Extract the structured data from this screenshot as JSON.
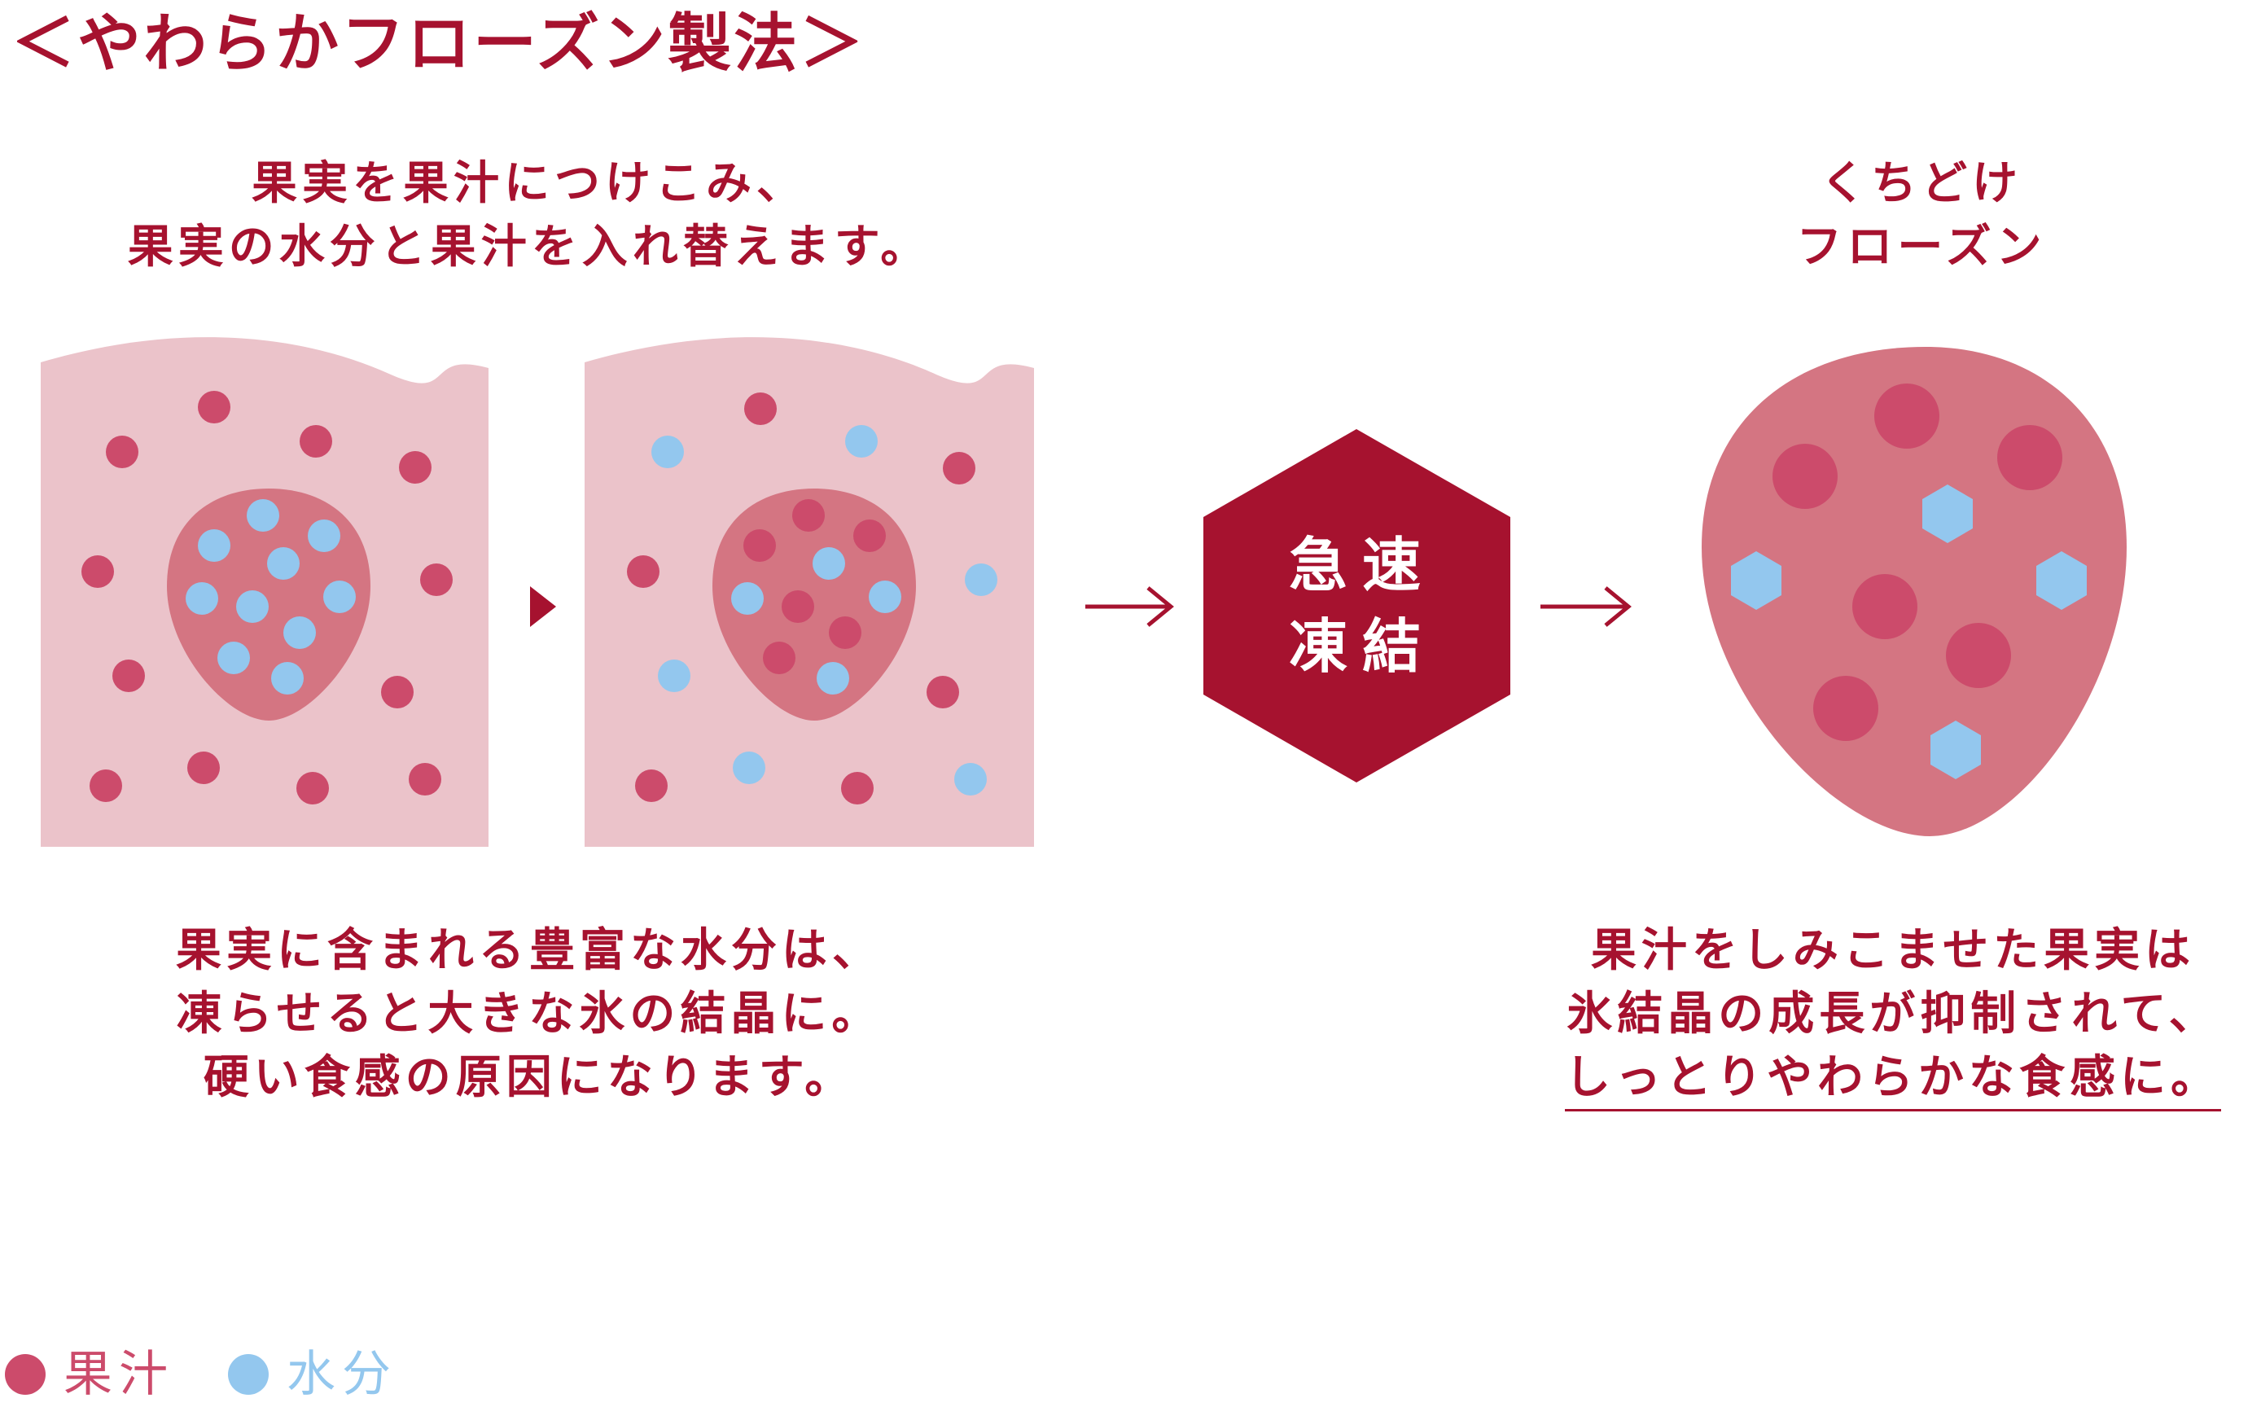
{
  "title": "＜やわらかフローズン製法＞",
  "step1_caption": [
    "果実を果汁につけこみ、",
    "果実の水分と果汁を入れ替えます。"
  ],
  "result_caption": [
    "くちどけ",
    "フローズン"
  ],
  "freeze_label": [
    "急速",
    "凍結"
  ],
  "normal_caption": [
    "果実に含まれる豊富な水分は、",
    "凍らせると大きな氷の結晶に。",
    "硬い食感の原因になります。"
  ],
  "soft_caption": [
    "果汁をしみこませた果実は",
    "氷結晶の成長が抑制されて、",
    "しっとりやわらかな食感に。"
  ],
  "legend": [
    {
      "label": "果汁",
      "color": "#cc4b6b"
    },
    {
      "label": "水分",
      "color": "#93c7ee"
    }
  ],
  "colors": {
    "accent": "#a6122f",
    "juice": "#cc4b6b",
    "water": "#93c7ee",
    "background_panel": "#ebc3ca",
    "fruit": "#d47582"
  },
  "icons": [
    "arrow-right-icon",
    "triangle-right-icon",
    "hexagon-icon",
    "strawberry-icon"
  ]
}
